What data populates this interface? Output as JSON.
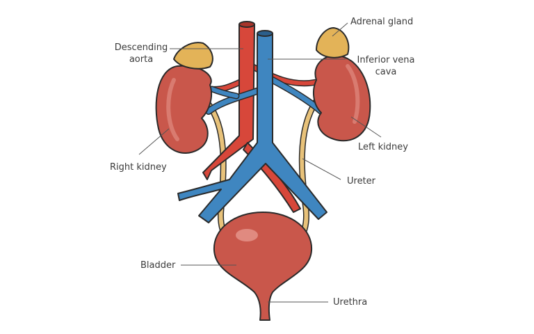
{
  "labels": {
    "descending_aorta": [
      "Descending",
      "aorta"
    ],
    "adrenal_gland": "Adrenal gland",
    "inferior_vena_cava": [
      "Inferior vena",
      "cava"
    ],
    "left_kidney": "Left kidney",
    "right_kidney": "Right kidney",
    "ureter": "Ureter",
    "bladder": "Bladder",
    "urethra": "Urethra"
  },
  "colors": {
    "kidney": "#c9574b",
    "artery": "#d7473a",
    "vein": "#3f86c0",
    "adrenal": "#e3b358",
    "ureter": "#e8c27a",
    "outline": "#2a2a2a"
  }
}
